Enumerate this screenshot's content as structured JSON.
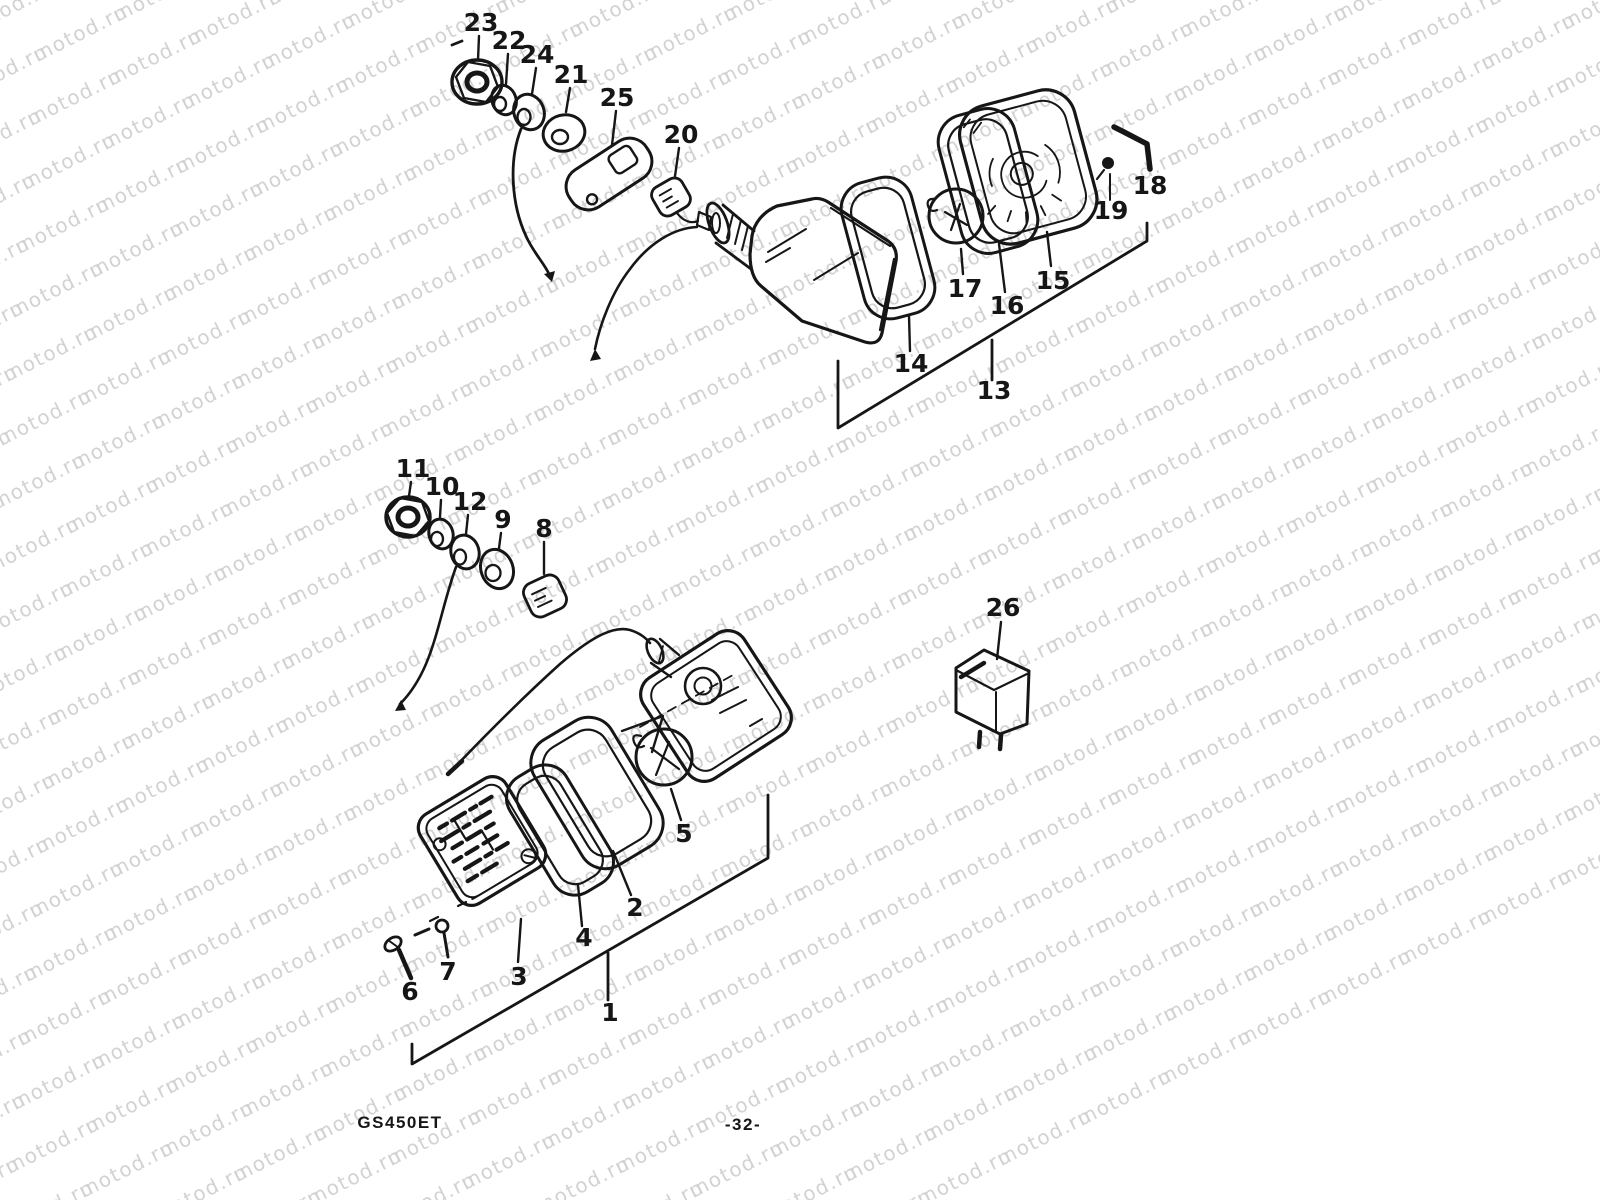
{
  "colors": {
    "ink": "#161616",
    "watermark": "#d2d2d2",
    "background": "#ffffff"
  },
  "watermark": {
    "text": "motod.ru"
  },
  "footer": {
    "model_code": "GS450ET",
    "page_number": "-32-"
  },
  "diagram": {
    "type": "exploded-parts-diagram",
    "callouts": [
      "1",
      "2",
      "3",
      "4",
      "5",
      "6",
      "7",
      "8",
      "9",
      "10",
      "11",
      "12",
      "13",
      "14",
      "15",
      "16",
      "17",
      "18",
      "19",
      "20",
      "21",
      "22",
      "23",
      "24",
      "25",
      "26"
    ]
  }
}
